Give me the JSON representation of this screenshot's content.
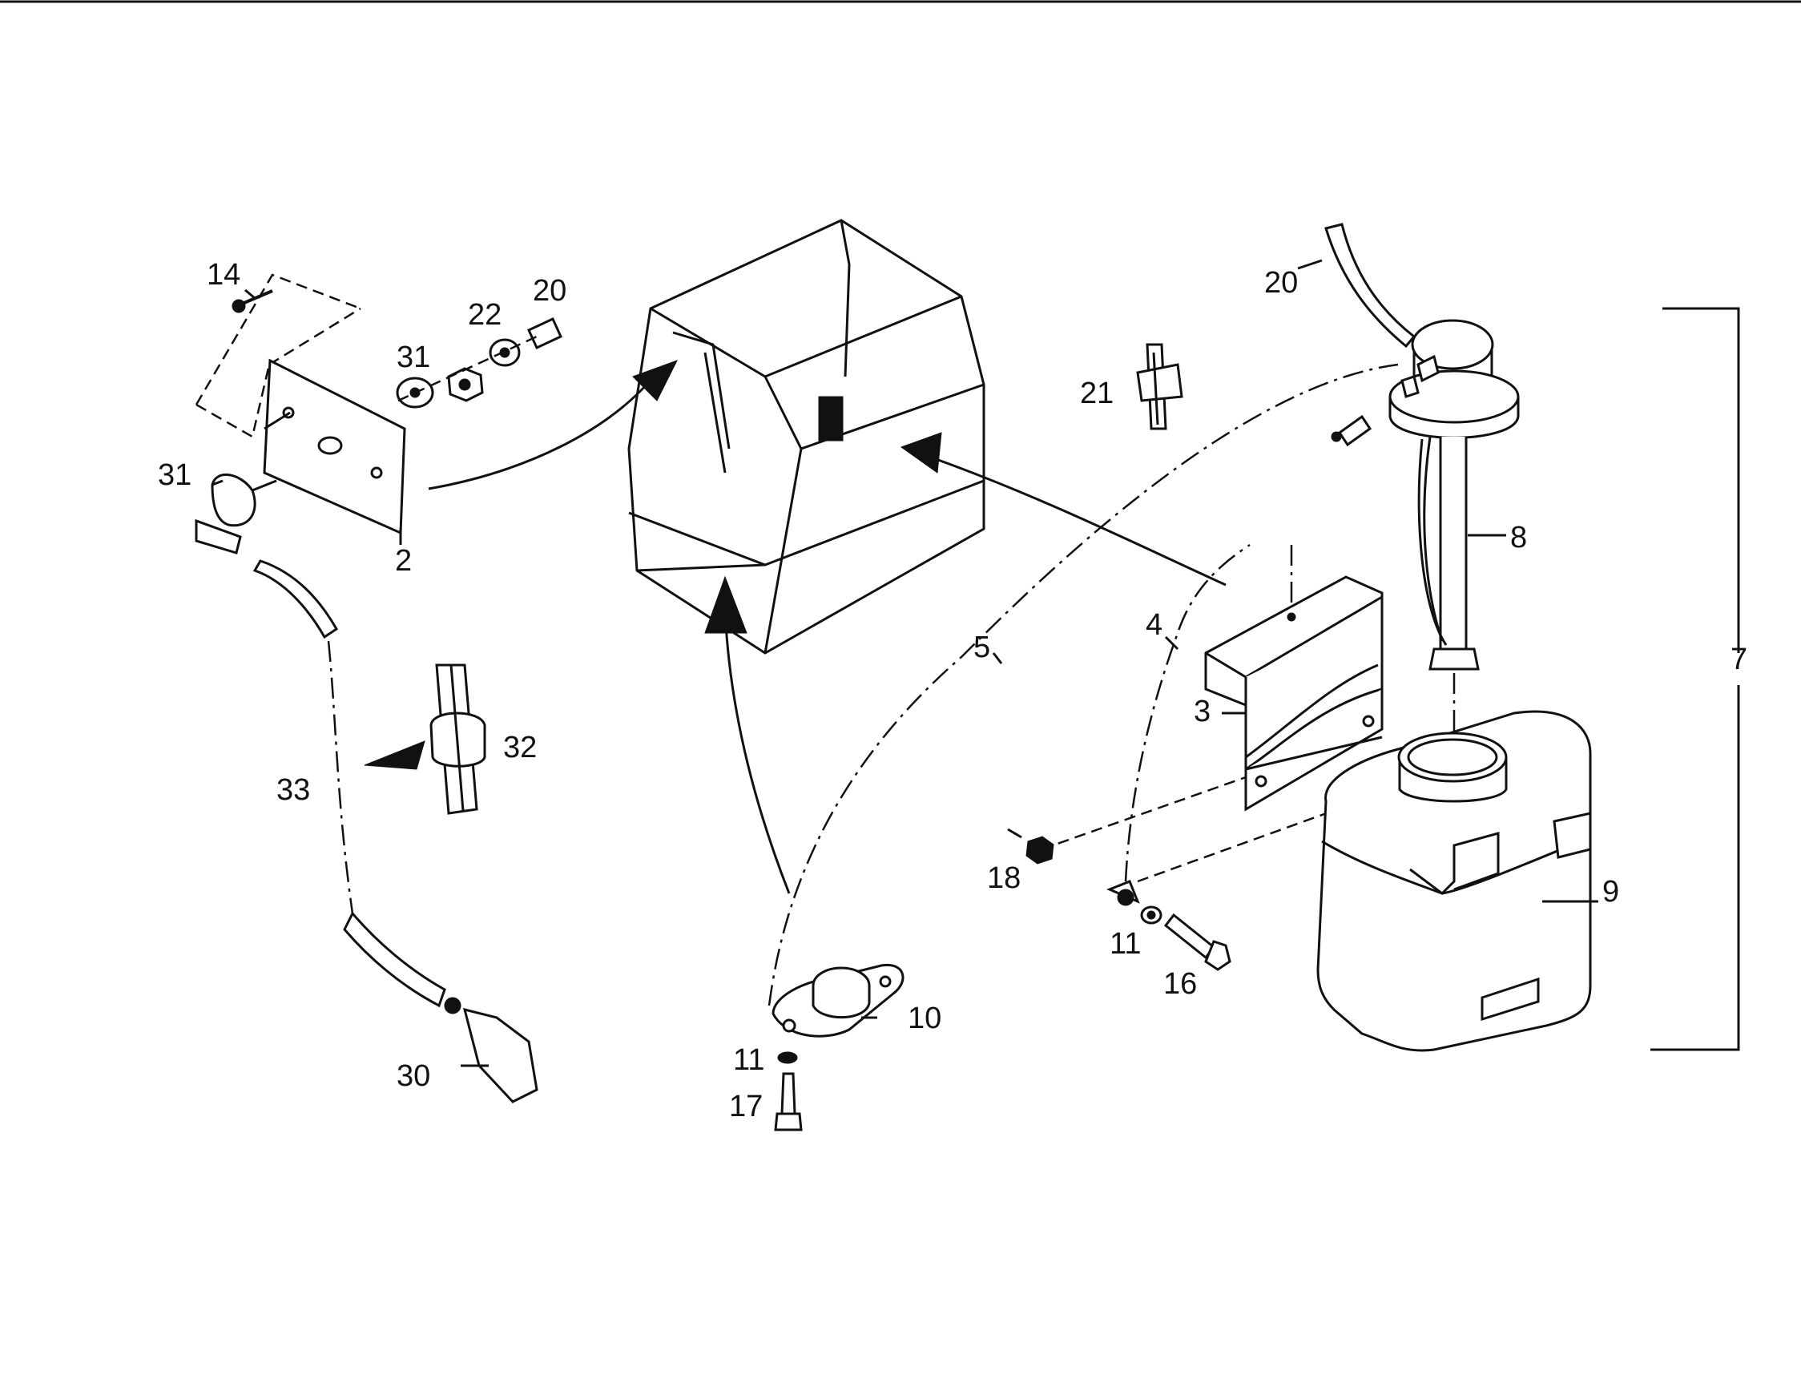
{
  "callouts": {
    "c2": "2",
    "c3": "3",
    "c4": "4",
    "c5": "5",
    "c7": "7",
    "c8": "8",
    "c9": "9",
    "c10": "10",
    "c11a": "11",
    "c11b": "11",
    "c14": "14",
    "c16": "16",
    "c17": "17",
    "c18": "18",
    "c20a": "20",
    "c20b": "20",
    "c21": "21",
    "c22": "22",
    "c30": "30",
    "c31a": "31",
    "c31b": "31",
    "c32": "32",
    "c33": "33"
  },
  "colors": {
    "ink": "#111111",
    "paper": "#ffffff"
  }
}
